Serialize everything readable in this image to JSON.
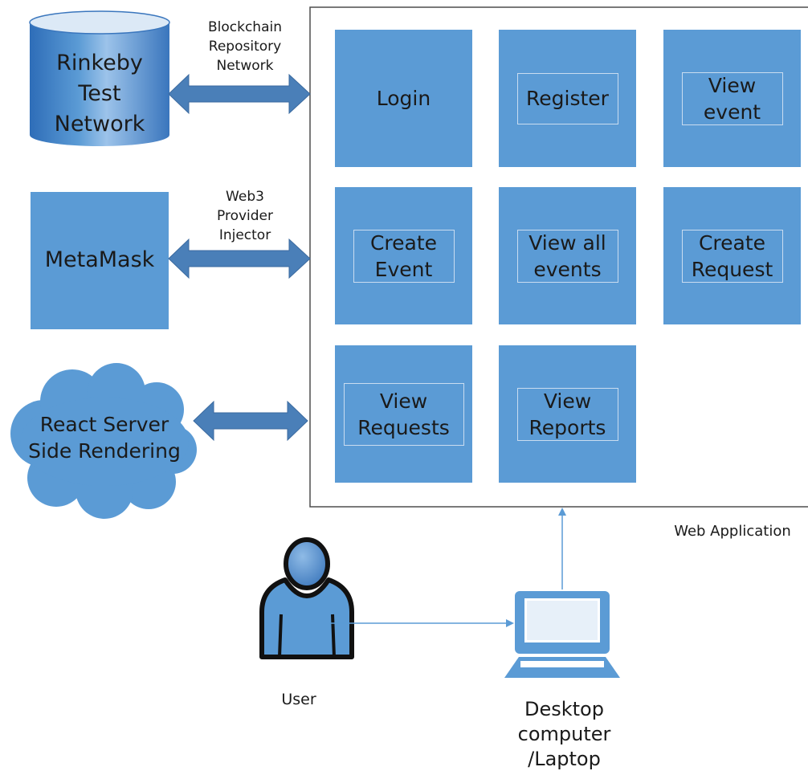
{
  "nodes": {
    "rinkeby": "Rinkeby\nTest\nNetwork",
    "metamask": "MetaMask",
    "react_ssr": "React Server\nSide Rendering"
  },
  "connections": {
    "blockchain": "Blockchain\nRepository\nNetwork",
    "web3": "Web3\nProvider\nInjector"
  },
  "web_app": {
    "label": "Web Application",
    "tiles": {
      "login": "Login",
      "register": "Register",
      "view_event": "View\nevent",
      "create_event": "Create\nEvent",
      "view_all_events": "View all\nevents",
      "create_request": "Create\nRequest",
      "view_requests": "View\nRequests",
      "view_reports": "View\nReports"
    }
  },
  "user": {
    "label": "User"
  },
  "device": {
    "label": "Desktop\ncomputer\n/Laptop"
  },
  "colors": {
    "tile": "#5b9bd5",
    "arrow": "#4a7fb8",
    "node_fill": "#5b9bd5",
    "line": "#5b9bd5"
  }
}
